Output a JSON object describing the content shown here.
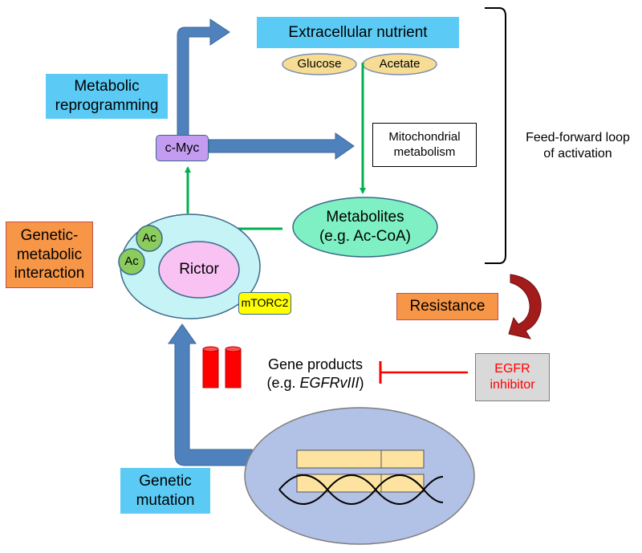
{
  "labels": {
    "extracellular_nutrient": "Extracellular nutrient",
    "glucose": "Glucose",
    "acetate": "Acetate",
    "metabolic_reprogramming": "Metabolic\nreprogramming",
    "cmyc": "c-Myc",
    "mitochondrial_metabolism": "Mitochondrial\nmetabolism",
    "feed_forward": "Feed-forward loop\nof activation",
    "metabolites": "Metabolites\n(e.g. Ac-CoA)",
    "genetic_metabolic_interaction": "Genetic-\nmetabolic\ninteraction",
    "ac1": "Ac",
    "ac2": "Ac",
    "rictor": "Rictor",
    "mtorc2": "mTORC2",
    "resistance": "Resistance",
    "gene_products_line1": "Gene products",
    "gene_products_line2_prefix": "(e.g. ",
    "gene_products_line2_italic": "EGFRvIII",
    "gene_products_line2_suffix": ")",
    "egfr_inhibitor": "EGFR\ninhibitor",
    "genetic_mutation": "Genetic\nmutation"
  },
  "colors": {
    "cyan_box": "#5bcbf5",
    "orange_box": "#f79646",
    "blue_arrow": "#4f81bd",
    "green_arrow": "#00b050",
    "inhibit_red": "#ff0000",
    "resistance_arrow": "#a31b1b",
    "cmyc_fill": "#c39bf0",
    "rictor_fill": "#f8c2f3",
    "complex_fill": "#c6f3f6",
    "ac_fill": "#8ccc5e",
    "mtorc2_fill": "#ffff00",
    "metabolites_fill": "#7ef0c4",
    "nutrient_oval_fill": "#f6dd93",
    "nucleus_fill": "#b2c1e6",
    "chromatin_fill": "#fde2a0",
    "gene_product_fill": "#ff0000",
    "egfr_box_fill": "#d9d9d9"
  }
}
